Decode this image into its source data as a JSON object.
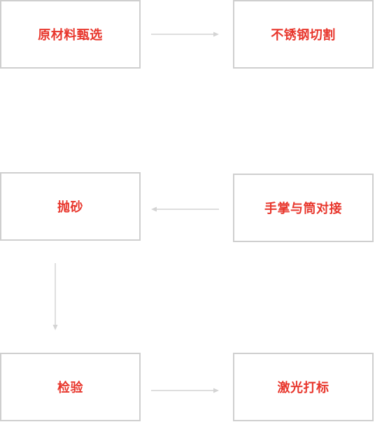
{
  "colors": {
    "label": "#e8362c",
    "box_border": "#cfcfcf",
    "arrow": "#d4d4d4"
  },
  "steps": [
    {
      "id": "raw-material-selection",
      "label": "原材料甄选"
    },
    {
      "id": "stainless-steel-cutting",
      "label": "不锈钢切割"
    },
    {
      "id": "palm-tube-joining",
      "label": "手掌与筒对接"
    },
    {
      "id": "polishing",
      "label": "抛砂"
    },
    {
      "id": "inspection",
      "label": "检验"
    },
    {
      "id": "laser-marking",
      "label": "激光打标"
    }
  ],
  "flow": [
    {
      "from": "raw-material-selection",
      "to": "stainless-steel-cutting"
    },
    {
      "from": "palm-tube-joining",
      "to": "polishing"
    },
    {
      "from": "polishing",
      "to": "inspection"
    },
    {
      "from": "inspection",
      "to": "laser-marking"
    }
  ]
}
